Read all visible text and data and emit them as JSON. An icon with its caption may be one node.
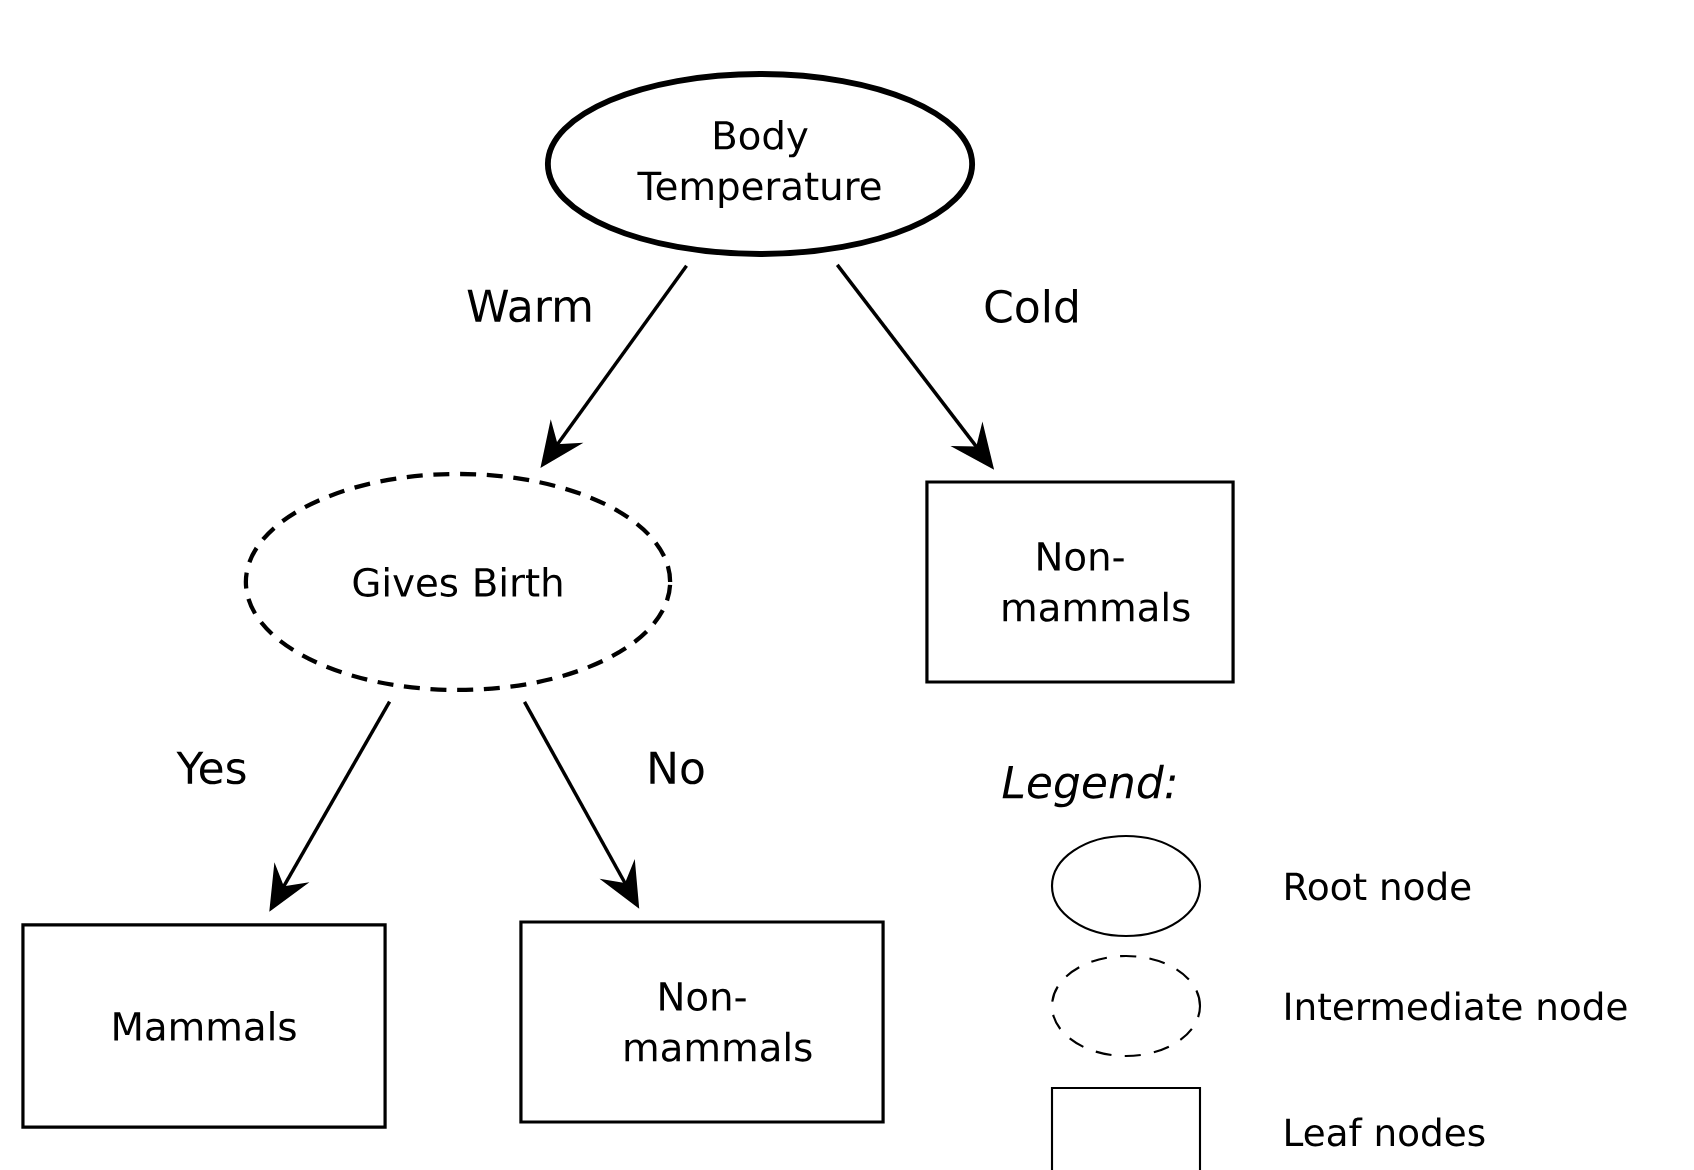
{
  "diagram": {
    "nodes": [
      {
        "text": [
          "Body Temperature"
        ]
      },
      {
        "text": [
          "Gives Birth"
        ]
      },
      {
        "text": [
          "Non-mammals"
        ]
      },
      {
        "text": [
          "Mammals"
        ]
      },
      {
        "text": [
          "Non-mammals"
        ]
      }
    ],
    "edges": [
      {
        "from": 0,
        "to": 1,
        "arrow": "to",
        "label": "Warm"
      },
      {
        "from": 0,
        "to": 2,
        "arrow": "to",
        "label": "Cold"
      },
      {
        "from": 1,
        "to": 3,
        "arrow": "to",
        "label": "Yes"
      },
      {
        "from": 1,
        "to": 4,
        "arrow": "to",
        "label": "No"
      }
    ],
    "labels": [
      "Legend:"
    ],
    "legend": [
      {
        "text": "Root node"
      },
      {
        "text": "Intermediate node"
      },
      {
        "text": "Leaf nodes"
      }
    ]
  }
}
